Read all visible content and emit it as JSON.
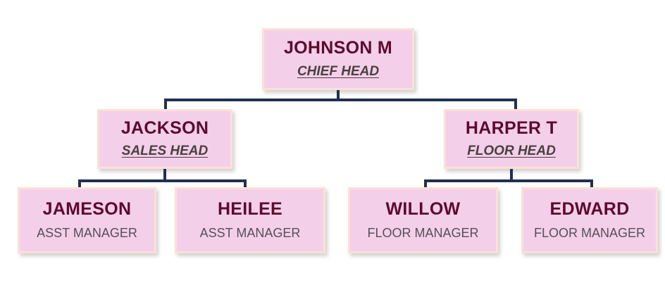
{
  "chart_data": {
    "type": "diagram",
    "diagram_kind": "organizational-chart",
    "title": "",
    "levels": 3,
    "orientation": "top-down",
    "colors": {
      "background": "#ffffff",
      "node_fill": "#f4cfe9",
      "node_border": "#fbe1d6",
      "name_text": "#5c0a2e",
      "title_text_upper": "#4a4042",
      "title_text_leaf": "#55505a",
      "connector": "#22304f"
    },
    "nodes": [
      {
        "id": "chief",
        "name": "JOHNSON M",
        "title": "CHIEF HEAD",
        "level": 1,
        "parent": null
      },
      {
        "id": "sales",
        "name": "JACKSON",
        "title": "SALES HEAD",
        "level": 2,
        "parent": "chief"
      },
      {
        "id": "floor",
        "name": "HARPER T",
        "title": "FLOOR HEAD",
        "level": 2,
        "parent": "chief"
      },
      {
        "id": "jameson",
        "name": "JAMESON",
        "title": "ASST MANAGER",
        "level": 3,
        "parent": "sales"
      },
      {
        "id": "heilee",
        "name": "HEILEE",
        "title": "ASST MANAGER",
        "level": 3,
        "parent": "sales"
      },
      {
        "id": "willow",
        "name": "WILLOW",
        "title": "FLOOR MANAGER",
        "level": 3,
        "parent": "floor"
      },
      {
        "id": "edward",
        "name": "EDWARD",
        "title": "FLOOR MANAGER",
        "level": 3,
        "parent": "floor"
      }
    ],
    "edges": [
      {
        "from": "chief",
        "to": "sales"
      },
      {
        "from": "chief",
        "to": "floor"
      },
      {
        "from": "sales",
        "to": "jameson"
      },
      {
        "from": "sales",
        "to": "heilee"
      },
      {
        "from": "floor",
        "to": "willow"
      },
      {
        "from": "floor",
        "to": "edward"
      }
    ]
  },
  "nodes": {
    "chief": {
      "name": "JOHNSON M",
      "title": "CHIEF HEAD"
    },
    "sales": {
      "name": "JACKSON",
      "title": "SALES HEAD"
    },
    "floor": {
      "name": "HARPER T",
      "title": "FLOOR HEAD"
    },
    "jameson": {
      "name": "JAMESON",
      "title": "ASST MANAGER"
    },
    "heilee": {
      "name": "HEILEE",
      "title": "ASST MANAGER"
    },
    "willow": {
      "name": "WILLOW",
      "title": "FLOOR MANAGER"
    },
    "edward": {
      "name": "EDWARD",
      "title": "FLOOR MANAGER"
    }
  }
}
